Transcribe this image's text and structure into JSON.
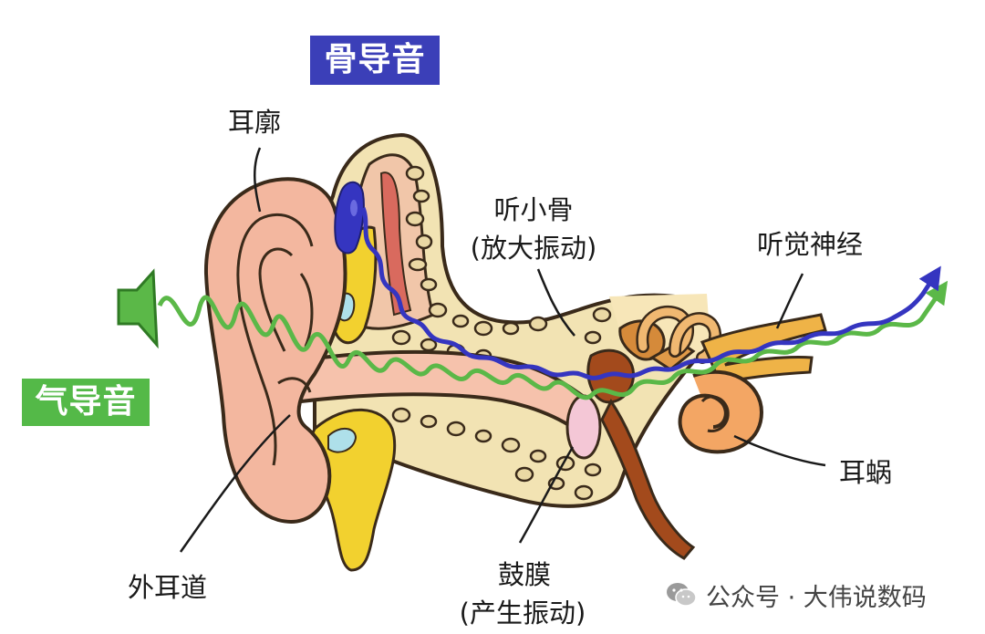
{
  "tags": {
    "bone_conduction": "骨导音",
    "air_conduction": "气导音"
  },
  "labels": {
    "auricle": "耳廓",
    "ossicles": "听小骨",
    "ossicles_note": "(放大振动)",
    "auditory_nerve": "听觉神经",
    "cochlea": "耳蜗",
    "ear_canal": "外耳道",
    "eardrum": "鼓膜",
    "eardrum_note": "(产生振动)"
  },
  "watermark": "公众号 · 大伟说数码",
  "colors": {
    "bone_wave": "#3535c0",
    "air_wave": "#5bb848",
    "skin": "#f3b79f",
    "skin_dark": "#e69478",
    "bone": "#f2e3b3",
    "fat": "#f2d12f",
    "nerve": "#efb347"
  },
  "icons": {
    "speaker": "speaker-icon",
    "headphone_pad": "bone-conduction-pad-icon",
    "wechat": "wechat-icon"
  }
}
